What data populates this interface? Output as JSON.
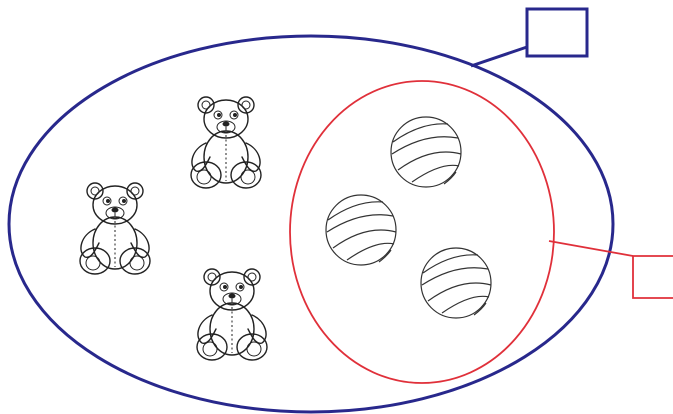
{
  "diagram": {
    "outer_set": {
      "shape": "ellipse",
      "color": "#28288c",
      "label": ""
    },
    "inner_set": {
      "shape": "ellipse",
      "color": "#e0303a",
      "label": ""
    },
    "outer_label_box": {
      "text": "",
      "color": "#28288c"
    },
    "inner_label_box": {
      "text": "",
      "color": "#e0303a"
    },
    "items": [
      {
        "kind": "teddy-bear",
        "icon": "teddy-bear-icon",
        "set": "outer"
      },
      {
        "kind": "teddy-bear",
        "icon": "teddy-bear-icon",
        "set": "outer"
      },
      {
        "kind": "teddy-bear",
        "icon": "teddy-bear-icon",
        "set": "outer"
      },
      {
        "kind": "ball",
        "icon": "striped-ball-icon",
        "set": "inner"
      },
      {
        "kind": "ball",
        "icon": "striped-ball-icon",
        "set": "inner"
      },
      {
        "kind": "ball",
        "icon": "striped-ball-icon",
        "set": "inner"
      }
    ]
  }
}
